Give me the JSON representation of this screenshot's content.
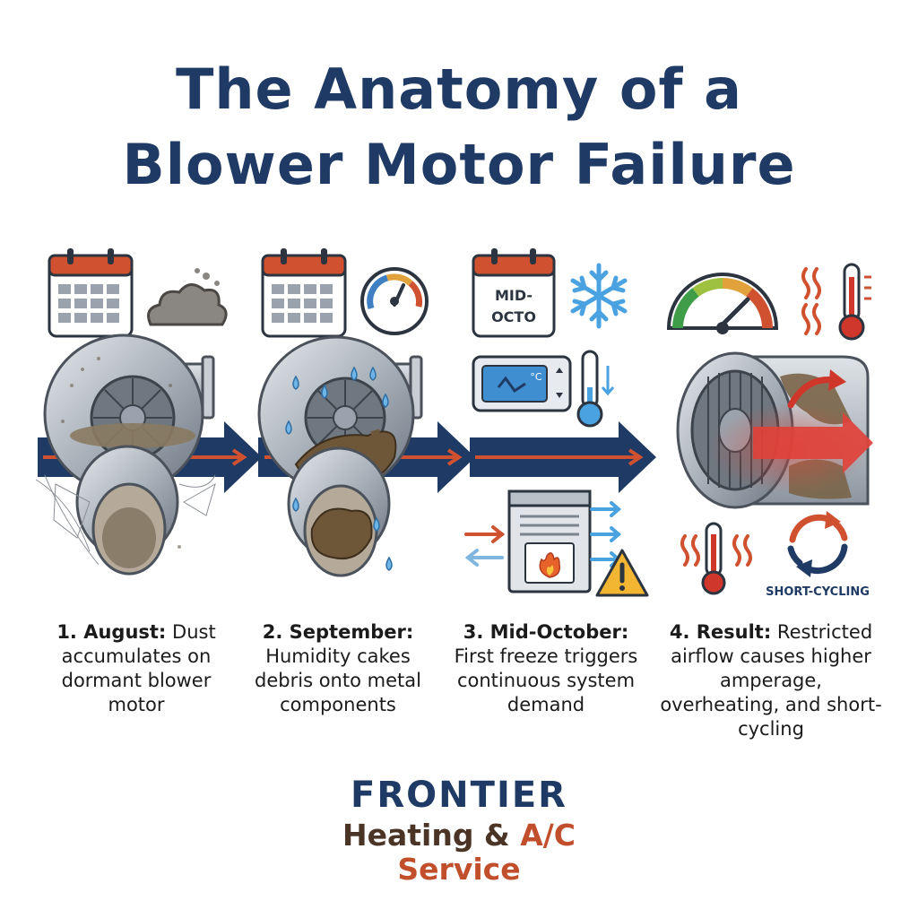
{
  "title": {
    "line1": "The Anatomy of a",
    "line2": "Blower Motor Failure"
  },
  "icons": {
    "calendar_mid_label_1": "MID-",
    "calendar_mid_label_2": "OCTO",
    "thermostat_unit": "°C",
    "short_cycling_label": "SHORT-CYCLING"
  },
  "steps": [
    {
      "label": "1. August:",
      "text": "Dust accumulates on dormant blower motor"
    },
    {
      "label": "2. September:",
      "text": "Humidity cakes debris onto metal components"
    },
    {
      "label": "3. Mid-October:",
      "text": "First freeze triggers continuous system demand"
    },
    {
      "label": "4. Result:",
      "text": "Restricted airflow causes higher amperage, overheating, and short-cycling"
    }
  ],
  "brand": {
    "line1": "FRONTIER",
    "line2a": "Heating &",
    "line2b": "A/C",
    "line3": "Service"
  },
  "colors": {
    "navy": "#1f3a64",
    "rust": "#c24f2c",
    "brown": "#4a3426",
    "steel": "#9aa3ad",
    "ice": "#4aa3e0"
  }
}
